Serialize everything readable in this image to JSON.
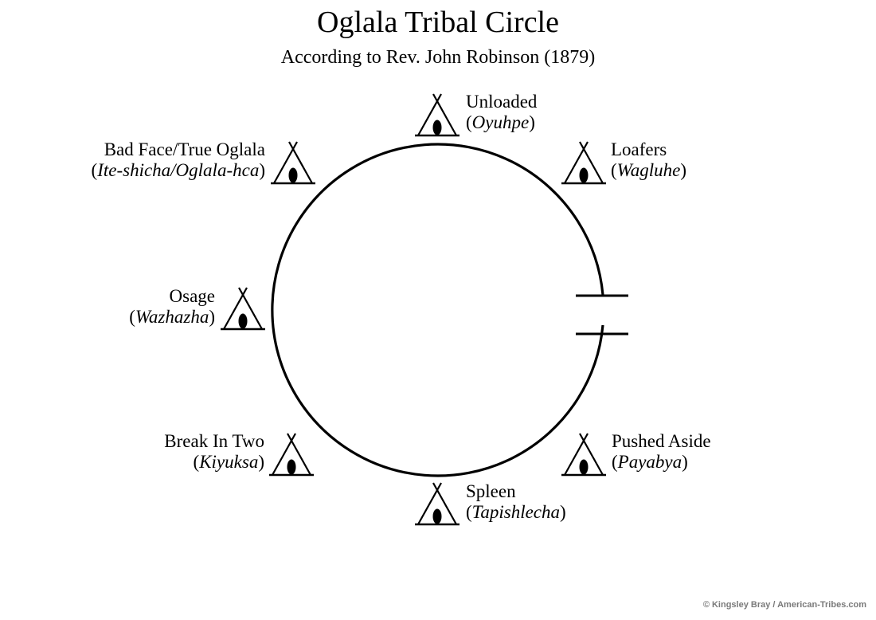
{
  "title": "Oglala Tribal Circle",
  "subtitle": "According to Rev. John Robinson (1879)",
  "bands": [
    {
      "name": "Unloaded",
      "native": "Oyuhpe"
    },
    {
      "name": "Loafers",
      "native": "Wagluhe"
    },
    {
      "name": "Pushed Aside",
      "native": "Payabya"
    },
    {
      "name": "Spleen",
      "native": "Tapishlecha"
    },
    {
      "name": "Break In Two",
      "native": "Kiyuksa"
    },
    {
      "name": "Osage",
      "native": "Wazhazha"
    },
    {
      "name": "Bad Face/True Oglala",
      "native": "Ite-shicha/Oglala-hca"
    }
  ],
  "circle": {
    "opening": "east",
    "icon": "teepee-icon"
  },
  "credit": "© Kingsley Bray / American-Tribes.com"
}
